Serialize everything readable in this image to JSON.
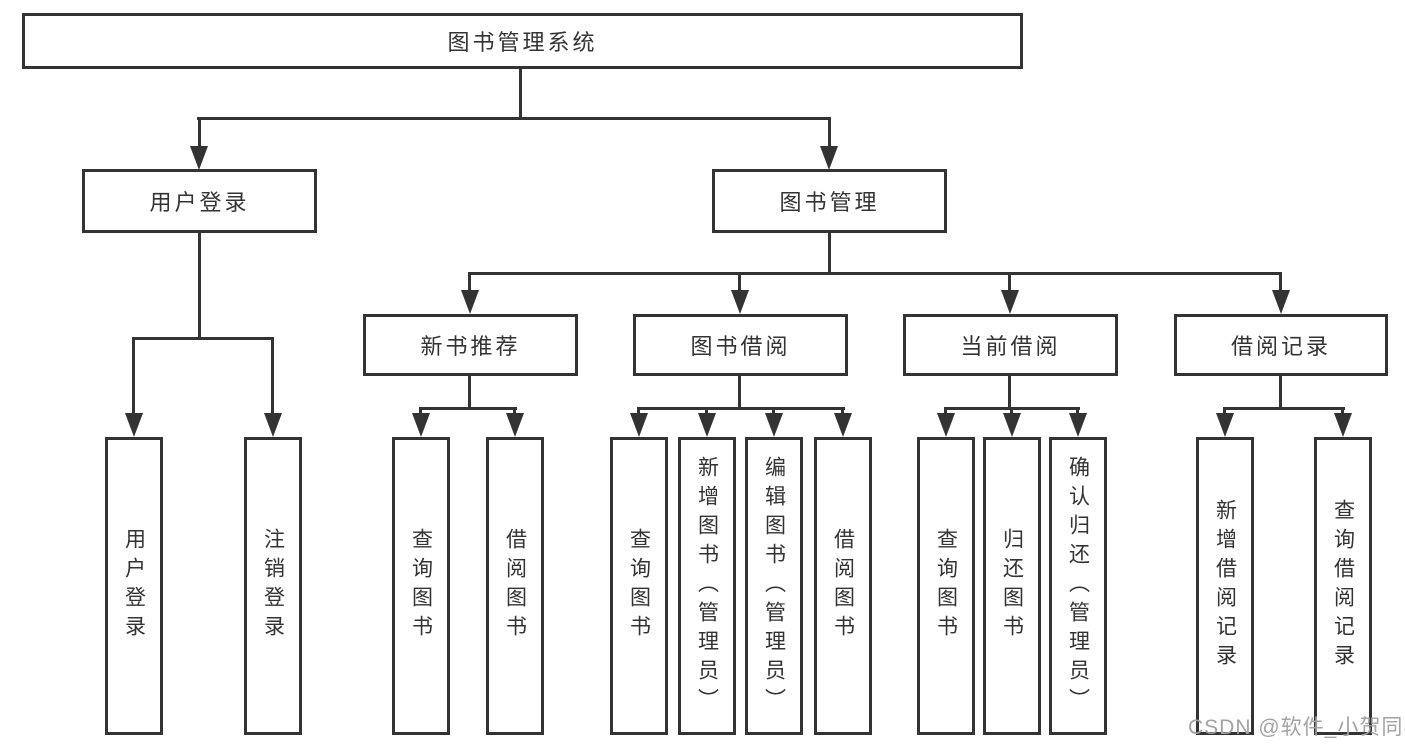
{
  "diagram": {
    "root": {
      "label": "图书管理系统"
    },
    "level2": {
      "user_login": {
        "label": "用户登录"
      },
      "book_management": {
        "label": "图书管理"
      }
    },
    "level3": {
      "new_book_recommend": {
        "label": "新书推荐"
      },
      "book_borrowing": {
        "label": "图书借阅"
      },
      "current_borrowing": {
        "label": "当前借阅"
      },
      "borrowing_records": {
        "label": "借阅记录"
      }
    },
    "leaves": {
      "user_login": [
        "用户登录",
        "注销登录"
      ],
      "new_book_recommend": [
        "查询图书",
        "借阅图书"
      ],
      "book_borrowing": [
        "查询图书",
        "新增图书（管理员）",
        "编辑图书（管理员）",
        "借阅图书"
      ],
      "current_borrowing": [
        "查询图书",
        "归还图书",
        "确认归还（管理员）"
      ],
      "borrowing_records": [
        "新增借阅记录",
        "查询借阅记录"
      ]
    }
  },
  "watermark": {
    "text": "CSDN @软件_小贺同学"
  },
  "colors": {
    "line": "#333333",
    "box_background": "#ffffff",
    "text": "#333333",
    "watermark": "#a3a3a3"
  }
}
